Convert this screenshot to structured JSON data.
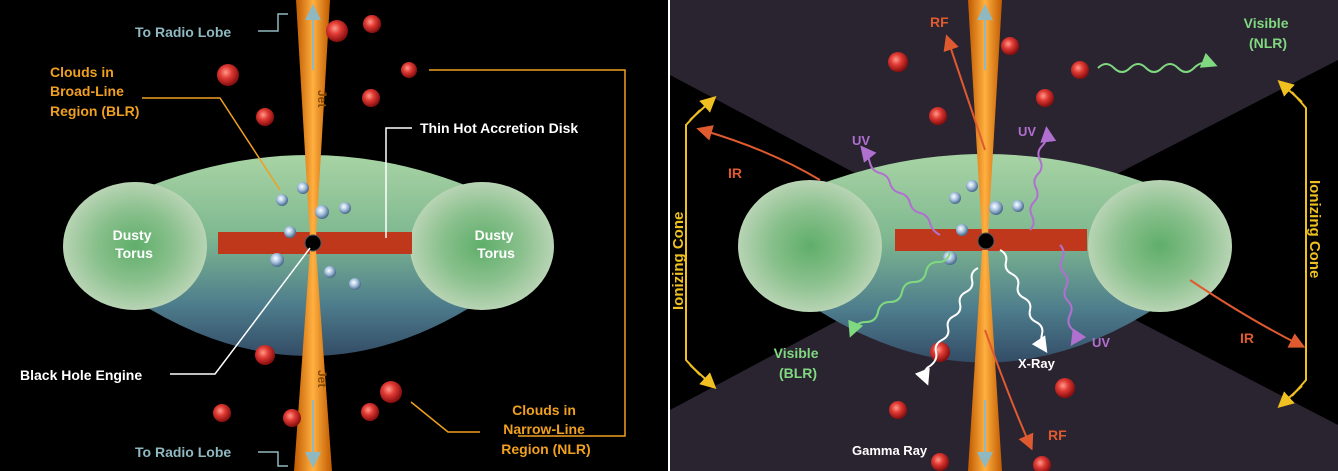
{
  "left_panel": {
    "radio_lobe_top": "To Radio Lobe",
    "radio_lobe_bottom": "To Radio Lobe",
    "jet_top": "Jet",
    "jet_bottom": "Jet",
    "blr": [
      "Clouds in",
      "Broad-Line",
      "Region (BLR)"
    ],
    "accretion_disk": "Thin Hot Accretion Disk",
    "torus_left": [
      "Dusty",
      "Torus"
    ],
    "torus_right": [
      "Dusty",
      "Torus"
    ],
    "black_hole": "Black Hole Engine",
    "nlr": [
      "Clouds in",
      "Narrow-Line",
      "Region (NLR)"
    ]
  },
  "right_panel": {
    "rf_top": "RF",
    "rf_bottom": "RF",
    "visible_nlr": [
      "Visible",
      "(NLR)"
    ],
    "uv_left": "UV",
    "uv_top": "UV",
    "uv_right": "UV",
    "ir_left": "IR",
    "ir_right": "IR",
    "ionizing_cone_left": "Ionizing Cone",
    "ionizing_cone_right": "Ionizing Cone",
    "visible_blr": [
      "Visible",
      "(BLR)"
    ],
    "x_ray": "X-Ray",
    "gamma_ray": "Gamma Ray"
  },
  "colors": {
    "label_orange": "#f0a020",
    "label_white": "#ffffff",
    "label_teal": "#8fb8c0",
    "rf_ir": "#e05a30",
    "uv": "#b070d0",
    "visible": "#80d880",
    "cone_yellow": "#f0c020",
    "jet": "#f08a10",
    "disk": "#c0381c",
    "cloud_red": "#d83030",
    "right_bg": "#2a2330"
  }
}
